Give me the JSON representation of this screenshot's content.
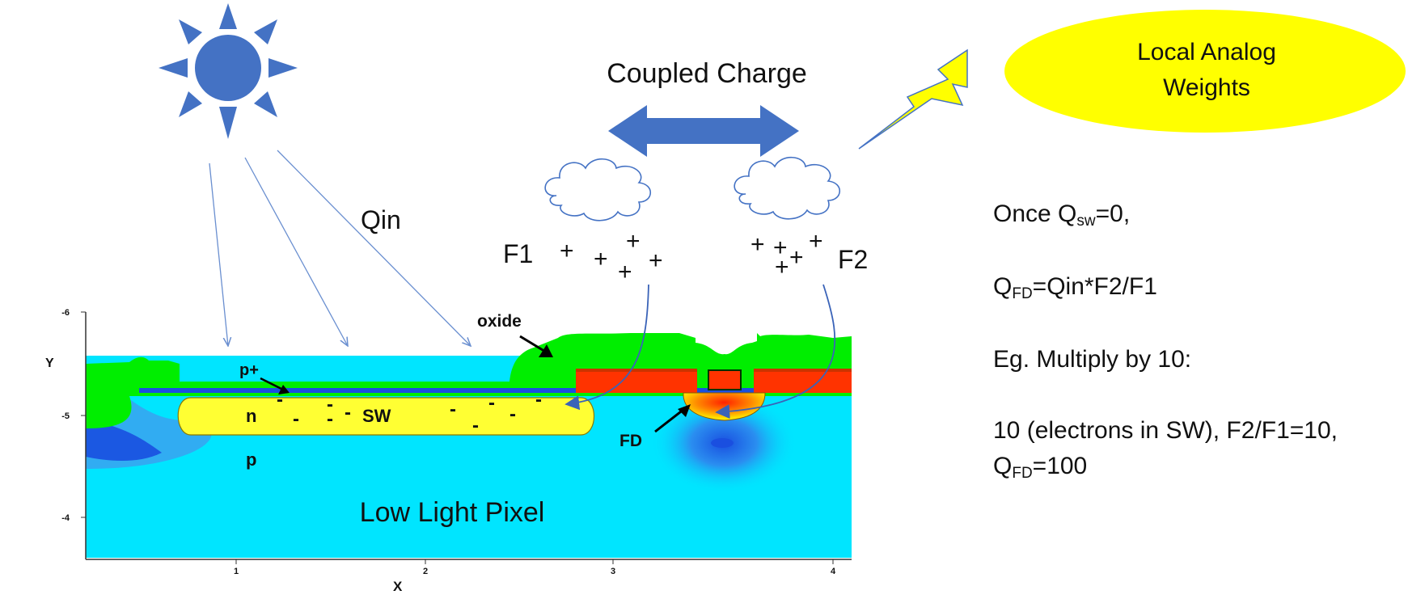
{
  "labels": {
    "coupled_charge": "Coupled Charge",
    "local_weights_line1": "Local Analog",
    "local_weights_line2": "Weights",
    "qin": "Qin",
    "f1": "F1",
    "f2": "F2",
    "oxide": "oxide",
    "p_plus": "p+",
    "n": "n",
    "sw": "SW",
    "p": "p",
    "fd": "FD",
    "low_light_pixel": "Low Light Pixel",
    "axis_y": "Y",
    "axis_x": "X",
    "charge_plus": "+",
    "charge_minus": "-"
  },
  "ticks": {
    "y": [
      "-6",
      "-5",
      "-4"
    ],
    "x": [
      "1",
      "2",
      "3",
      "4"
    ]
  },
  "equations": {
    "line1_pre": "Once Q",
    "line1_sub": "sw",
    "line1_post": "=0,",
    "line2_pre": "Q",
    "line2_sub": "FD",
    "line2_post": "=Qin*F2/F1",
    "line3": "Eg. Multiply by 10:",
    "line4": "10 (electrons in SW), F2/F1=10,",
    "line5_pre": "Q",
    "line5_sub": "FD",
    "line5_post": "=100"
  },
  "colors": {
    "sun": "#4472c4",
    "arrow": "#4472c4",
    "ellipse": "#ffff00",
    "lightning": "#ffff00",
    "oxide": "#00ee00",
    "substrate": "#00e5ff",
    "sw_region": "#ffff33",
    "gate": "#ff3300"
  }
}
